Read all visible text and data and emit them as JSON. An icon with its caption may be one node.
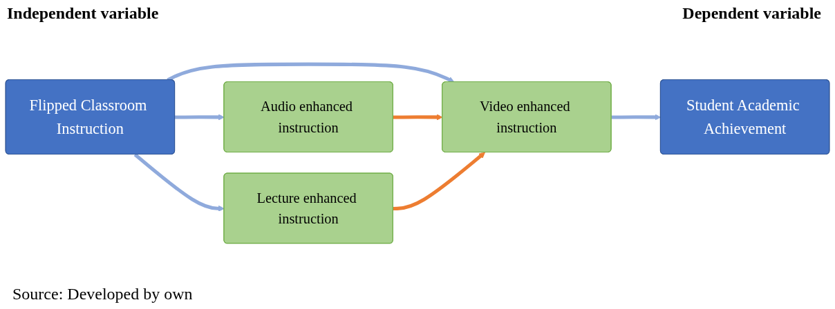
{
  "diagram": {
    "caption": "Source: Developed by own",
    "nodes": [
      {
        "text": [
          "Flipped Classroom Instruction"
        ]
      },
      {
        "text": [
          "Audio enhanced instruction"
        ]
      },
      {
        "text": [
          "Video enhanced instruction"
        ]
      },
      {
        "text": [
          "Lecture enhanced instruction"
        ]
      },
      {
        "text": [
          "Student Academic Achievement"
        ]
      }
    ],
    "edges": [
      {
        "from": 0,
        "to": 1,
        "arrow": "to"
      },
      {
        "from": 0,
        "to": 2,
        "arrow": "to"
      },
      {
        "from": 0,
        "to": 3,
        "arrow": "to"
      },
      {
        "from": 1,
        "to": 2,
        "arrow": "to",
        "color": "#ed7d31"
      },
      {
        "from": 3,
        "to": 2,
        "arrow": "to",
        "color": "#ed7d31"
      },
      {
        "from": 2,
        "to": 4,
        "arrow": "to"
      }
    ],
    "labels": [
      "Independent variable",
      "Dependent variable"
    ]
  }
}
